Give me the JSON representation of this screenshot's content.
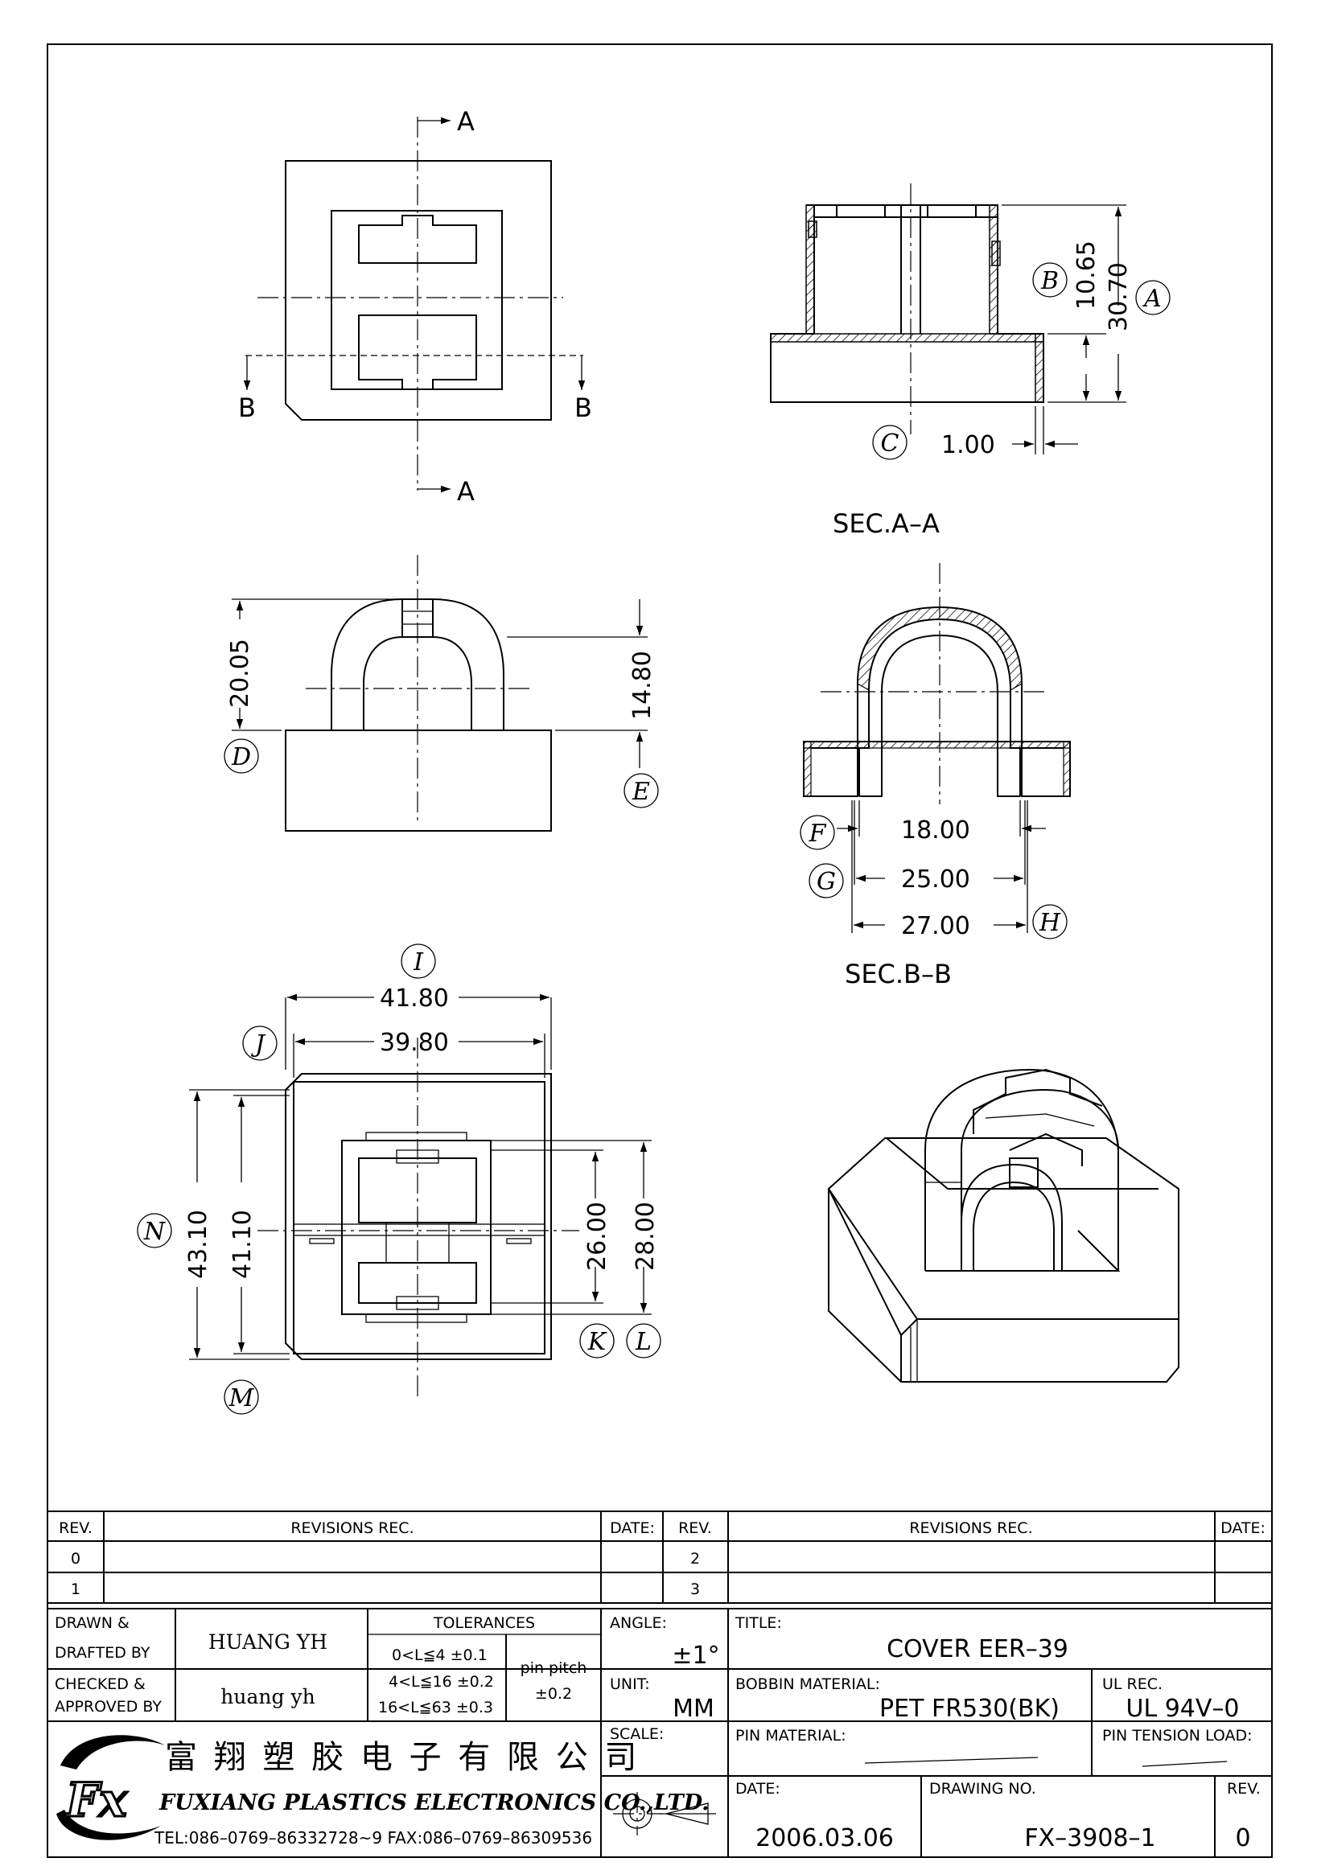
{
  "views": {
    "top": {
      "section_a": "A",
      "section_b": "B"
    },
    "sec_aa": {
      "title": "SEC.A–A",
      "dim_a": "30.70",
      "dim_b": "10.65",
      "dim_c": "1.00",
      "bubble_a": "A",
      "bubble_b": "B",
      "bubble_c": "C"
    },
    "side": {
      "dim_d": "20.05",
      "dim_e": "14.80",
      "bubble_d": "D",
      "bubble_e": "E"
    },
    "sec_bb": {
      "title": "SEC.B–B",
      "dim_f": "18.00",
      "dim_g": "25.00",
      "dim_h": "27.00",
      "bubble_f": "F",
      "bubble_g": "G",
      "bubble_h": "H"
    },
    "bottom": {
      "dim_i": "41.80",
      "dim_j": "39.80",
      "dim_n": "43.10",
      "dim_m": "41.10",
      "dim_k": "26.00",
      "dim_l": "28.00",
      "bubble_i": "I",
      "bubble_j": "J",
      "bubble_k": "K",
      "bubble_l": "L",
      "bubble_m": "M",
      "bubble_n": "N"
    }
  },
  "revisions": {
    "headers": {
      "rev": "REV.",
      "rec": "REVISIONS   REC.",
      "date": "DATE:"
    },
    "left_revs": [
      "0",
      "1"
    ],
    "right_revs": [
      "2",
      "3"
    ]
  },
  "title_block": {
    "drawn_label_1": "DRAWN &",
    "drawn_label_2": "DRAFTED BY",
    "drawn_by": "HUANG YH",
    "checked_label_1": "CHECKED &",
    "checked_label_2": "APPROVED BY",
    "checked_by": "huang yh",
    "tolerances_label": "TOLERANCES",
    "tol_1": "0<L≦4   ±0.1",
    "tol_2": "4<L≦16  ±0.2",
    "tol_3": "16<L≦63  ±0.3",
    "pin_pitch_label": "pin pitch",
    "pin_pitch_value": "±0.2",
    "angle_label": "ANGLE:",
    "angle_value": "±1°",
    "unit_label": "UNIT:",
    "unit_value": "MM",
    "scale_label": "SCALE:",
    "title_label": "TITLE:",
    "title_value": "COVER   EER–39",
    "bobbin_label": "BOBBIN MATERIAL:",
    "bobbin_value": "PET   FR530(BK)",
    "ul_label": "UL REC.",
    "ul_value": "UL 94V–0",
    "pin_material_label": "PIN MATERIAL:",
    "pin_tension_label": "PIN TENSION LOAD:",
    "date_label": "DATE:",
    "date_value": "2006.03.06",
    "drawing_no_label": "DRAWING NO.",
    "drawing_no_value": "FX–3908–1",
    "rev_label": "REV.",
    "rev_value": "0",
    "company_cn": "富 翔 塑 胶 电 子 有 限 公 司",
    "company_en": "FUXIANG PLASTICS ELECTRONICS CO.,LTD.",
    "company_tel": "TEL:086–0769–86332728~9  FAX:086–0769–86309536"
  }
}
